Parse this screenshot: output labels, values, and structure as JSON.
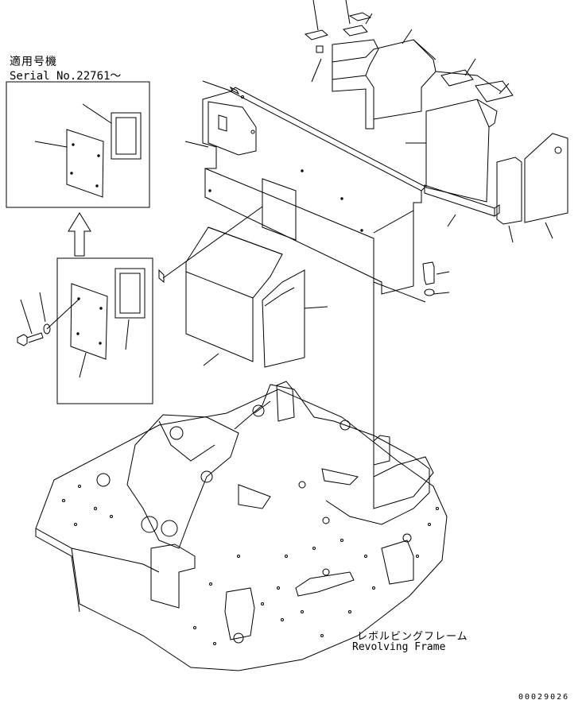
{
  "applicability": {
    "label_jp": "適用号機",
    "serial_text": "Serial No.22761～"
  },
  "frame_label": {
    "jp": "レボルビングフレーム",
    "en": "Revolving Frame"
  },
  "drawing_number": "00029026"
}
